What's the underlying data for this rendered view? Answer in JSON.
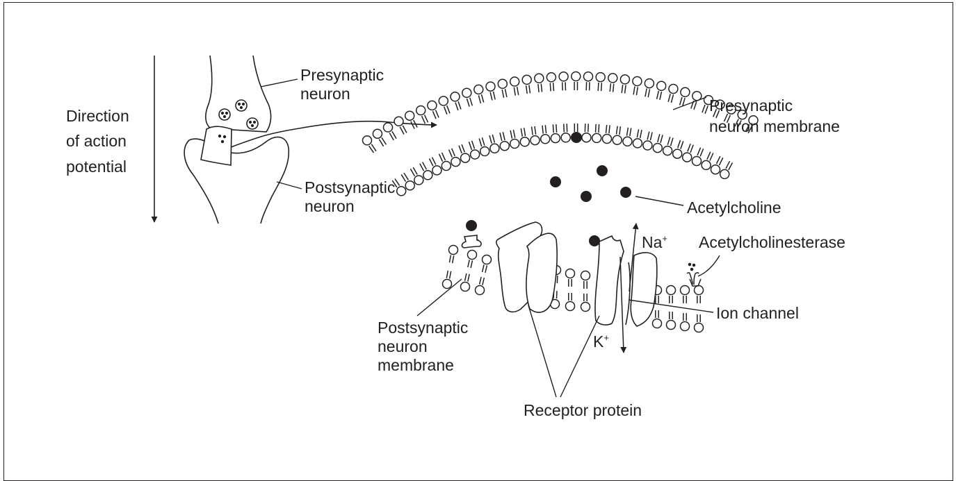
{
  "colors": {
    "ink": "#231f20",
    "background": "#ffffff"
  },
  "labels": {
    "direction_line1": "Direction",
    "direction_line2": "of action",
    "direction_line3": "potential",
    "presynaptic_neuron_line1": "Presynaptic",
    "presynaptic_neuron_line2": "neuron",
    "postsynaptic_neuron_line1": "Postsynaptic",
    "postsynaptic_neuron_line2": "neuron",
    "presynaptic_membrane_line1": "Presynaptic",
    "presynaptic_membrane_line2": "neuron membrane",
    "acetylcholine": "Acetylcholine",
    "acetylcholinesterase": "Acetylcholinesterase",
    "ion_channel": "Ion channel",
    "sodium": "Na",
    "sodium_charge": "+",
    "potassium": "K",
    "potassium_charge": "+",
    "postsynaptic_membrane_line1": "Postsynaptic",
    "postsynaptic_membrane_line2": "neuron",
    "postsynaptic_membrane_line3": "membrane",
    "receptor_protein": "Receptor protein"
  }
}
